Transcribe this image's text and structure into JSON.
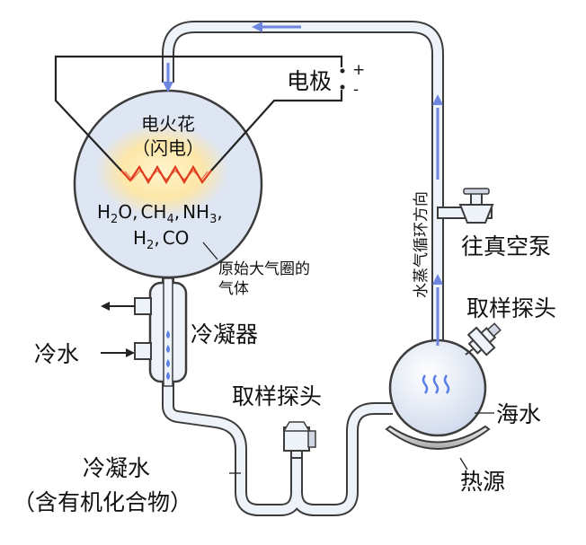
{
  "labels": {
    "electrode": "电极",
    "plus": "+",
    "minus": "-",
    "spark_line1": "电火花",
    "spark_line2": "（闪电）",
    "primitive_atm_line1": "原始大气圈的",
    "primitive_atm_line2": "气体",
    "condenser": "冷凝器",
    "cold_water": "冷水",
    "sampling_probe_bottom": "取样探头",
    "sampling_probe_right": "取样探头",
    "vacuum_pump": "往真空泵",
    "vapor_direction": "水蒸气循环方向",
    "seawater": "海水",
    "heat_source": "热源",
    "condensed_water_line1": "冷凝水",
    "condensed_water_line2": "（含有机化合物）"
  },
  "chemicals": {
    "h2o": {
      "base": "H",
      "sub": "2",
      "tail": "O,"
    },
    "ch4": {
      "base": "CH",
      "sub": "4",
      "tail": ","
    },
    "nh3": {
      "base": "NH",
      "sub": "3",
      "tail": ","
    },
    "h2": {
      "base": "H",
      "sub": "2",
      "tail": ","
    },
    "co": {
      "base": "CO",
      "sub": "",
      "tail": ""
    }
  },
  "colors": {
    "tube": "#3c3c3c",
    "tube_fill": "#eef3fa",
    "flask_fill": "#dfe6f3",
    "glow": "#fde9b0",
    "spark": "#e03a1e",
    "arrow": "#6f86e0",
    "drop": "#5a7fe6",
    "heater": "#9a9a9a"
  }
}
